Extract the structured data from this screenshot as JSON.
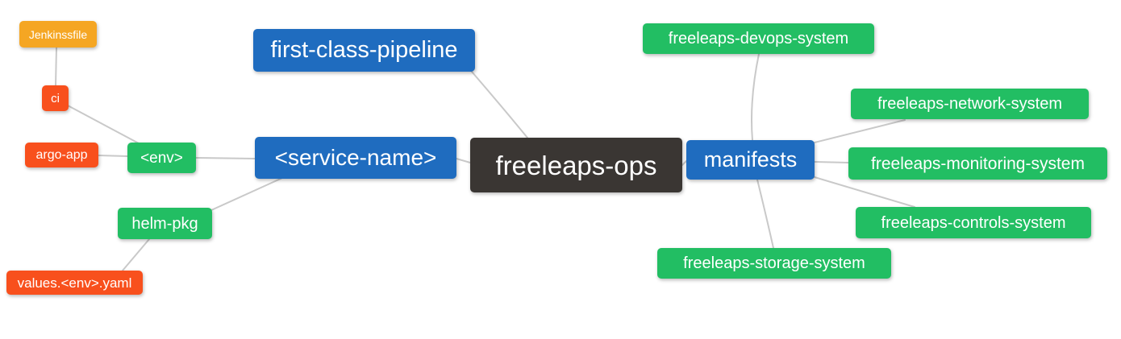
{
  "app": {
    "view": "mindmap",
    "background": "#FFFFFF"
  },
  "colors": {
    "orange": "#F5A623",
    "red": "#F8501D",
    "green": "#22BE63",
    "blue": "#1F6CBF",
    "dark": "#3A3633",
    "edge": "#C9C9C9",
    "text": "#FFFFFF"
  },
  "mindmap": {
    "root": "freeleaps-ops",
    "nodes": {
      "jenkinsfile": "Jenkinssfile",
      "ci": "ci",
      "argo_app": "argo-app",
      "env": "<env>",
      "helm_pkg": "helm-pkg",
      "values_env_yaml": "values.<env>.yaml",
      "first_class_pipeline": "first-class-pipeline",
      "service_name": "<service-name>",
      "freeleaps_ops": "freeleaps-ops",
      "manifests": "manifests",
      "devops_system": "freeleaps-devops-system",
      "network_system": "freeleaps-network-system",
      "monitoring_system": "freeleaps-monitoring-system",
      "controls_system": "freeleaps-controls-system",
      "storage_system": "freeleaps-storage-system"
    },
    "edges": [
      [
        "jenkinsfile",
        "ci"
      ],
      [
        "ci",
        "env"
      ],
      [
        "argo_app",
        "env"
      ],
      [
        "env",
        "service_name"
      ],
      [
        "helm_pkg",
        "service_name"
      ],
      [
        "values_env_yaml",
        "helm_pkg"
      ],
      [
        "service_name",
        "freeleaps_ops"
      ],
      [
        "first_class_pipeline",
        "freeleaps_ops"
      ],
      [
        "freeleaps_ops",
        "manifests"
      ],
      [
        "manifests",
        "devops_system"
      ],
      [
        "manifests",
        "network_system"
      ],
      [
        "manifests",
        "monitoring_system"
      ],
      [
        "manifests",
        "controls_system"
      ],
      [
        "manifests",
        "storage_system"
      ]
    ]
  }
}
